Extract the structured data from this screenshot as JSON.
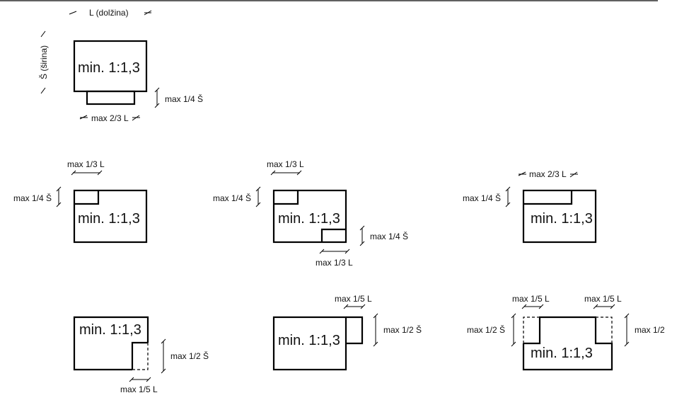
{
  "ratio_label": "min. 1:1,3",
  "header": {
    "length_label": "L (dolžina)",
    "width_label": "Š (širina)"
  },
  "annotations": {
    "max_quarter_s": "max 1/4 Š",
    "max_two_thirds_l": "max 2/3 L",
    "max_third_l": "max 1/3 L",
    "max_half_s": "max 1/2 Š",
    "max_fifth_l": "max 1/5 L",
    "max_half_cut": "max 1/2"
  }
}
